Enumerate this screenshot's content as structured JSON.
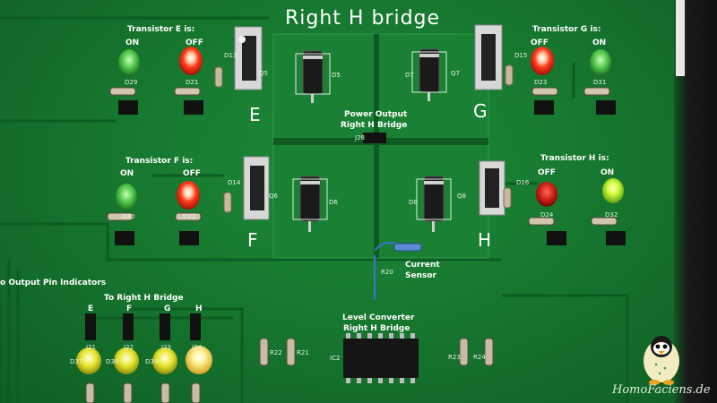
{
  "title": "Right H bridge",
  "transistors": {
    "e": {
      "heading": "Transistor E is:",
      "on": "ON",
      "off": "OFF",
      "letter": "E"
    },
    "f": {
      "heading": "Transistor F is:",
      "on": "ON",
      "off": "OFF",
      "letter": "F"
    },
    "g": {
      "heading": "Transistor G is:",
      "on": "ON",
      "off": "OFF",
      "letter": "G"
    },
    "h": {
      "heading": "Transistor H is:",
      "on": "ON",
      "off": "OFF",
      "letter": "H"
    }
  },
  "power_output": {
    "line1": "Power Output",
    "line2": "Right H Bridge",
    "jumper": "J28"
  },
  "current_sensor": {
    "line1": "Current",
    "line2": "Sensor",
    "resistor": "R20"
  },
  "output_pin_indicators": {
    "heading": "o Output Pin Indicators",
    "subheading": "To Right H Bridge",
    "pins": [
      "E",
      "F",
      "G",
      "H"
    ]
  },
  "level_converter": {
    "line1": "Level Converter",
    "line2": "Right H Bridge",
    "ic": "IC2"
  },
  "refs": {
    "d29": "D29",
    "d21": "D21",
    "d30": "D30",
    "d22": "D22",
    "d23": "D23",
    "d31": "D31",
    "d24": "D24",
    "d32": "D32",
    "d37": "D37",
    "d38": "D38",
    "d39": "D39",
    "j21": "J21",
    "j22": "J22",
    "j23": "J23",
    "j24": "J24",
    "r22": "R22",
    "r21": "R21",
    "r23": "R23",
    "r24": "R24",
    "q5": "Q5",
    "q6": "Q6",
    "q7": "Q7",
    "q8": "Q8",
    "d13": "D13",
    "d14": "D14",
    "d15": "D15",
    "d16": "D16",
    "d5": "D5",
    "d6": "D6",
    "d7": "D7",
    "d8": "D8"
  },
  "watermark": "HomoFaciens.de",
  "colors": {
    "pcb": "#17782f",
    "silkscreen": "#ffffff",
    "led_red": "#ff3a1a",
    "led_green_on": "#7dff3a",
    "led_green_off": "#4ac24a",
    "led_yellow": "#f2f23a"
  }
}
